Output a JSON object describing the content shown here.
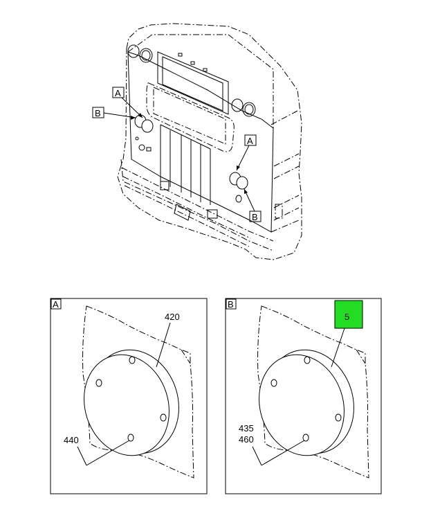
{
  "assembly": {
    "callouts": [
      {
        "id": "A_left",
        "text": "A"
      },
      {
        "id": "B_left",
        "text": "B"
      },
      {
        "id": "A_right",
        "text": "A"
      },
      {
        "id": "B_right",
        "text": "B"
      }
    ]
  },
  "detail_a": {
    "corner_label": "A",
    "part_plate": "420",
    "part_hole": "440"
  },
  "detail_b": {
    "corner_label": "B",
    "highlight_label": "5",
    "highlight_color": "#22dd22",
    "part_hole_line1": "435",
    "part_hole_line2": "460"
  }
}
